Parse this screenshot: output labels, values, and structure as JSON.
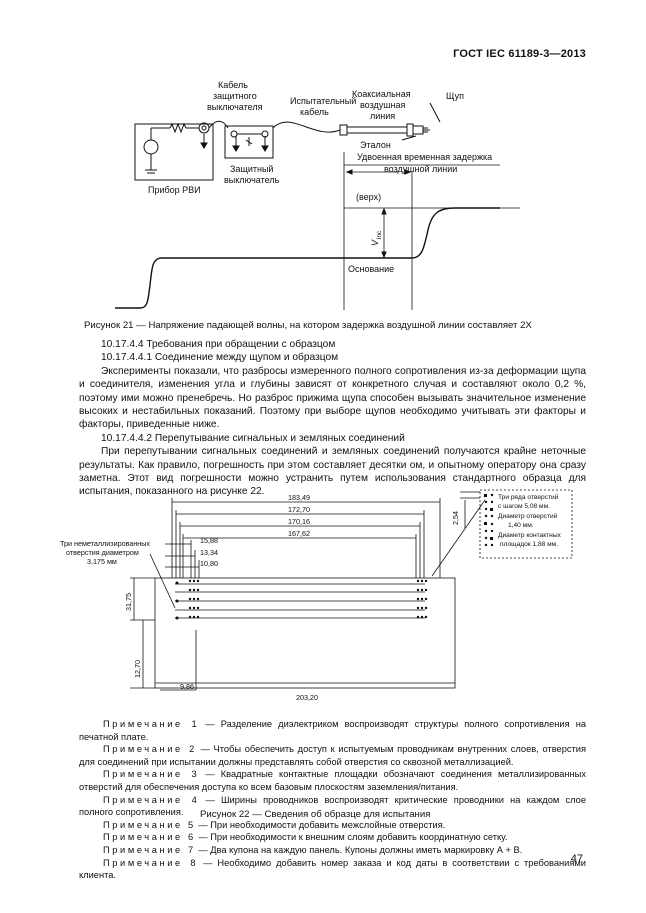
{
  "header": {
    "doc_id": "ГОСТ IEC 61189-3—2013"
  },
  "figure21": {
    "labels": {
      "breaker_cable": [
        "Кабель",
        "защитного",
        "выключателя"
      ],
      "test_cable": [
        "Испытательный",
        "кабель"
      ],
      "coax": [
        "Коаксиальная",
        "воздушная",
        "линия"
      ],
      "probe": "Щуп",
      "breaker": [
        "Защитный",
        "выключатель"
      ],
      "etalon": "Эталон",
      "instrument": "Прибор РВИ",
      "delay": [
        "Удвоенная временная задержка",
        "воздушной линии"
      ],
      "top": "(верх)",
      "base": "Основание",
      "vinc": "V",
      "vinc_sub": "inc"
    },
    "caption": "Рисунок 21 — Напряжение падающей волны, на котором задержка воздушной линии составляет 2Х"
  },
  "text": {
    "h1": "10.17.4.4 Требования при обращении с образцом",
    "h2": "10.17.4.4.1 Соединение между щупом и образцом",
    "p1": "Эксперименты показали, что разбросы измеренного полного сопротивления из-за деформации щупа и соединителя, изменения угла и глубины зависят от конкретного случая и составляют около 0,2 %, поэтому ими можно пренебречь. Но разброс прижима щупа способен вызывать значительное изменение высоких и нестабильных показаний. Поэтому при выборе щупов необходимо учитывать эти факторы и факторы, приведенные ниже.",
    "h3": "10.17.4.4.2 Перепутывание сигнальных и земляных соединений",
    "p2": "При перепутывании сигнальных соединений и земляных соединений получаются крайне неточные результаты. Как правило, погрешность при этом составляет десятки ом, и опытному оператору она сразу заметна. Этот вид погрешности можно устранить путем использования стандартного образца для испытания, показанного на рисунке 22."
  },
  "figure22": {
    "dims": {
      "d183": "183,49",
      "d172": "172,70",
      "d170": "170,16",
      "d167": "167,62",
      "d15": "15,88",
      "d13": "13,34",
      "d10": "10,80",
      "d2_54": "2,54",
      "d31": "31,75",
      "d12": "12,70",
      "d9": "9,86",
      "d203": "203,20"
    },
    "left_note": [
      "Три неметаллизированных",
      "отверстия диаметром",
      "3,175 мм"
    ],
    "right_note": [
      "Три ряда отверстий",
      "с шагом 5,08 мм.",
      "Диаметр отверстий",
      "1,40 мм.",
      "Диаметр контактных",
      "площадок 1,88 мм."
    ],
    "caption": "Рисунок 22 — Сведения об образце для испытания"
  },
  "notes": [
    {
      "label": "Примечание 1",
      "text": " — Разделение диэлектриком воспроизводят структуры полного сопротивления на печатной плате."
    },
    {
      "label": "Примечание 2",
      "text": " — Чтобы обеспечить доступ к испытуемым проводникам внутренних слоев, отверстия для соединений при испытании должны представлять собой отверстия со сквозной металлизацией."
    },
    {
      "label": "Примечание 3",
      "text": " — Квадратные контактные площадки обозначают соединения металлизированных отверстий для обеспечения доступа ко всем базовым плоскостям заземления/питания."
    },
    {
      "label": "Примечание 4",
      "text": " — Ширины проводников воспроизводят критические проводники на каждом слое полного сопротивления."
    },
    {
      "label": "Примечание 5",
      "text": " — При необходимости добавить межслойные отверстия."
    },
    {
      "label": "Примечание 6",
      "text": " — При необходимости к внешним слоям добавить координатную сетку."
    },
    {
      "label": "Примечание 7",
      "text": " — Два купона на каждую панель. Купоны должны иметь маркировку А + В."
    },
    {
      "label": "Примечание 8",
      "text": " — Необходимо добавить номер заказа и код даты в соответствии с требованиями клиента."
    }
  ],
  "page_number": "47"
}
